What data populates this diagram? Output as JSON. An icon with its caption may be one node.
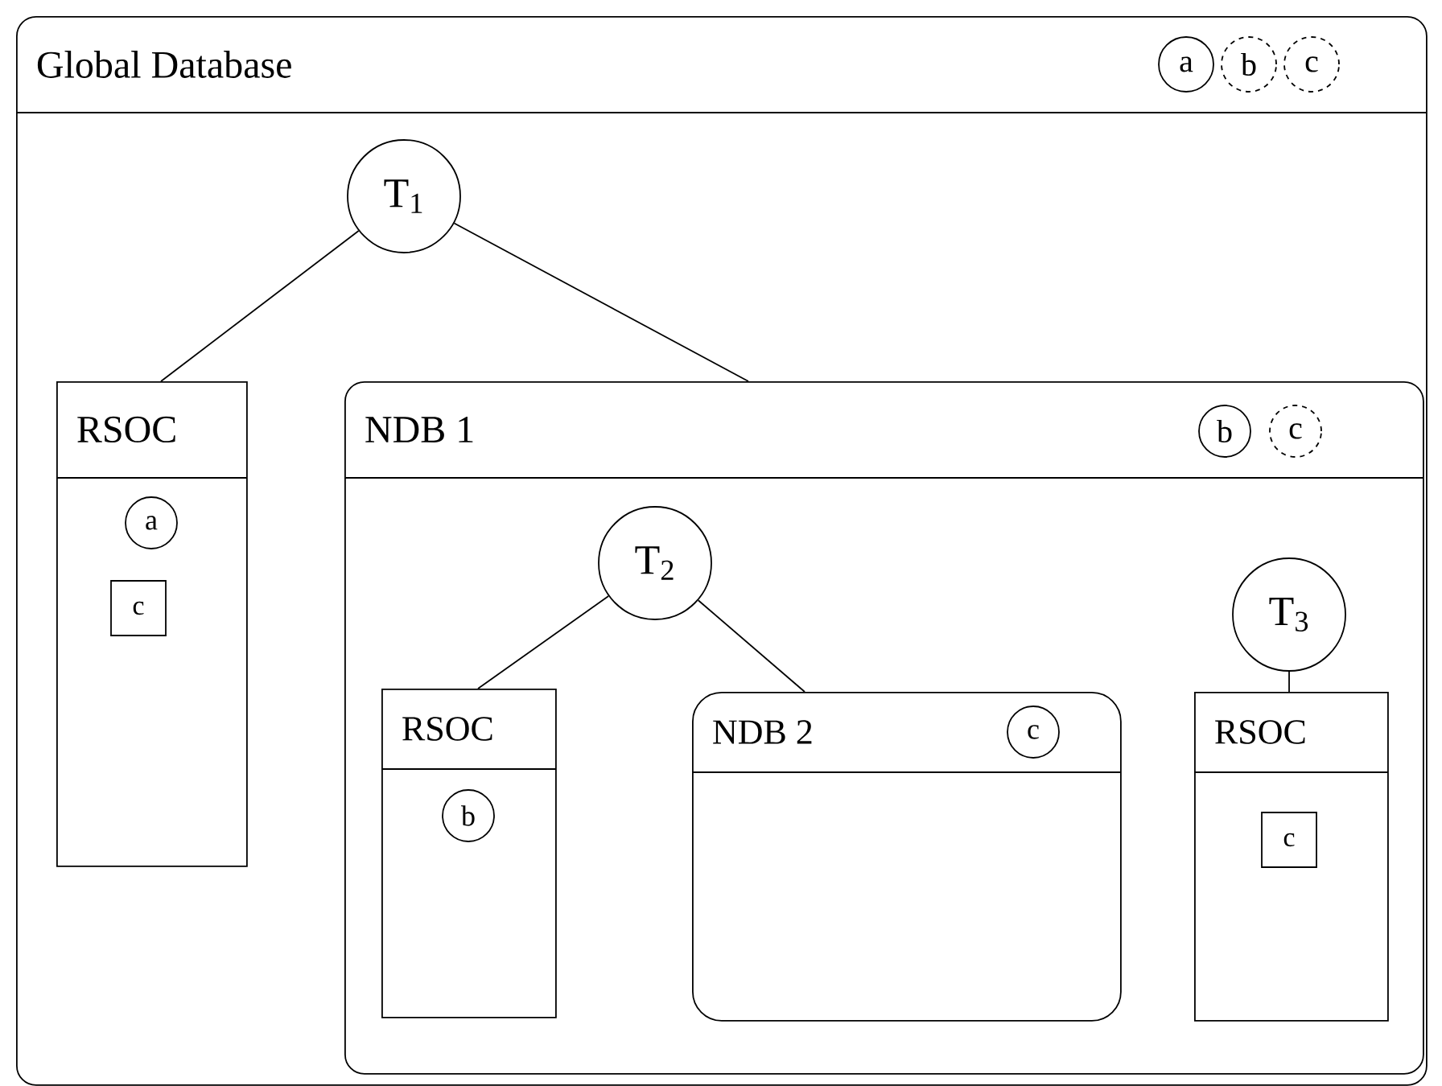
{
  "diagram": {
    "nodes": [
      {
        "text": [
          "Global Database"
        ]
      },
      {
        "text": [
          "a"
        ],
        "in": 0
      },
      {
        "text": [
          "b"
        ],
        "in": 0
      },
      {
        "text": [
          "c"
        ],
        "in": 0
      },
      {
        "text": [
          "T$_{1}$"
        ],
        "in": 0
      },
      {
        "text": [
          "RSOC"
        ],
        "in": 0
      },
      {
        "text": [
          "a"
        ],
        "in": 5
      },
      {
        "text": [
          "c"
        ],
        "in": 5
      },
      {
        "text": [
          "NDB 1"
        ],
        "in": 0
      },
      {
        "text": [
          "b"
        ],
        "in": 8
      },
      {
        "text": [
          "c"
        ],
        "in": 8
      },
      {
        "text": [
          "T$_{2}$"
        ],
        "in": 8
      },
      {
        "text": [
          "T$_{3}$"
        ],
        "in": 8
      },
      {
        "text": [
          "RSOC"
        ],
        "in": 8
      },
      {
        "text": [
          "b"
        ],
        "in": 13
      },
      {
        "text": [
          "NDB 2"
        ],
        "in": 8
      },
      {
        "text": [
          "c"
        ],
        "in": 15
      },
      {
        "text": [
          "RSOC"
        ],
        "in": 8
      },
      {
        "text": [
          "c"
        ],
        "in": 17
      }
    ],
    "edges": [
      {
        "from": 4,
        "to": 5,
        "arrow": "none"
      },
      {
        "from": 4,
        "to": 8,
        "arrow": "none"
      },
      {
        "from": 11,
        "to": 13,
        "arrow": "none"
      },
      {
        "from": 11,
        "to": 15,
        "arrow": "none"
      },
      {
        "from": 12,
        "to": 17,
        "arrow": "none"
      }
    ]
  }
}
